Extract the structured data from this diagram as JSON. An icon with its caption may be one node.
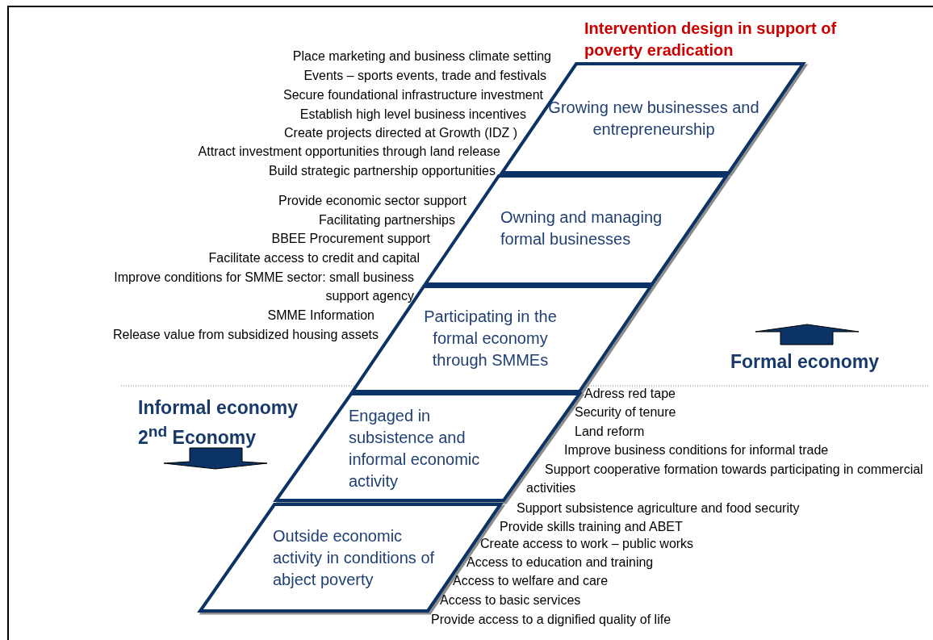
{
  "diagram": {
    "title": "Intervention design in support of poverty eradication",
    "nodes": [
      {
        "text": [
          "Growing new businesses and entrepreneurship"
        ]
      },
      {
        "text": [
          "Owning and managing formal businesses"
        ]
      },
      {
        "text": [
          "Participating in the formal economy through SMMEs"
        ]
      },
      {
        "text": [
          "Engaged in subsistence and informal economic activity"
        ]
      },
      {
        "text": [
          "Outside economic activity  in conditions of abject poverty"
        ]
      }
    ],
    "labels": [
      "Place marketing and business climate setting",
      "Events – sports events, trade and festivals",
      "Secure foundational infrastructure investment",
      "Establish high level business incentives",
      "Create  projects directed at Growth (IDZ )",
      "Attract investment opportunities through land release",
      "Build strategic partnership opportunities",
      "Provide economic sector support",
      "Facilitating partnerships",
      "BBEE Procurement support",
      "Facilitate access to credit and capital",
      "Improve conditions for SMME   sector: small business support agency",
      "SMME Information",
      "Release value from subsidized housing assets",
      "Formal economy",
      "Informal economy",
      "2$^{nd}$ Economy",
      "Adress red tape",
      "Security of tenure",
      "Land reform",
      "Improve business conditions for informal trade",
      "Support cooperative formation towards participating in commercial activities",
      "Support subsistence agriculture and food security",
      "Provide skills training and ABET",
      "Create access to work – public works",
      "Access to education and training",
      "Access to welfare and care",
      "Access to basic services",
      "Provide access to a dignified quality of life"
    ]
  }
}
